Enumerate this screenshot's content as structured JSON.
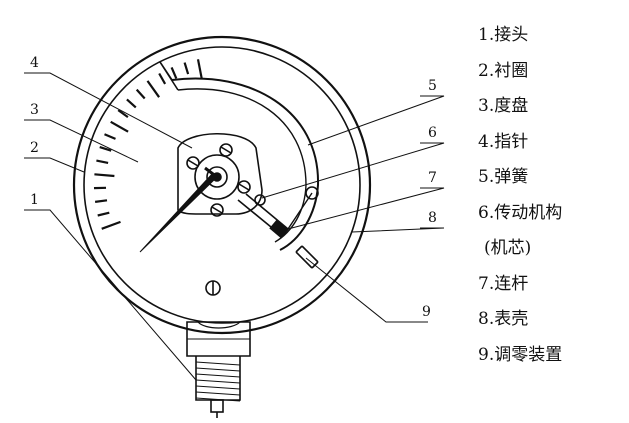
{
  "callout_numbers": [
    "1",
    "2",
    "3",
    "4",
    "5",
    "6",
    "7",
    "8",
    "9"
  ],
  "legend": [
    "1.接头",
    "2.衬圈",
    "3.度盘",
    "4.指针",
    "5.弹簧",
    "6.传动机构",
    "(机芯)",
    "7.连杆",
    "8.表壳",
    "9.调零装置"
  ]
}
